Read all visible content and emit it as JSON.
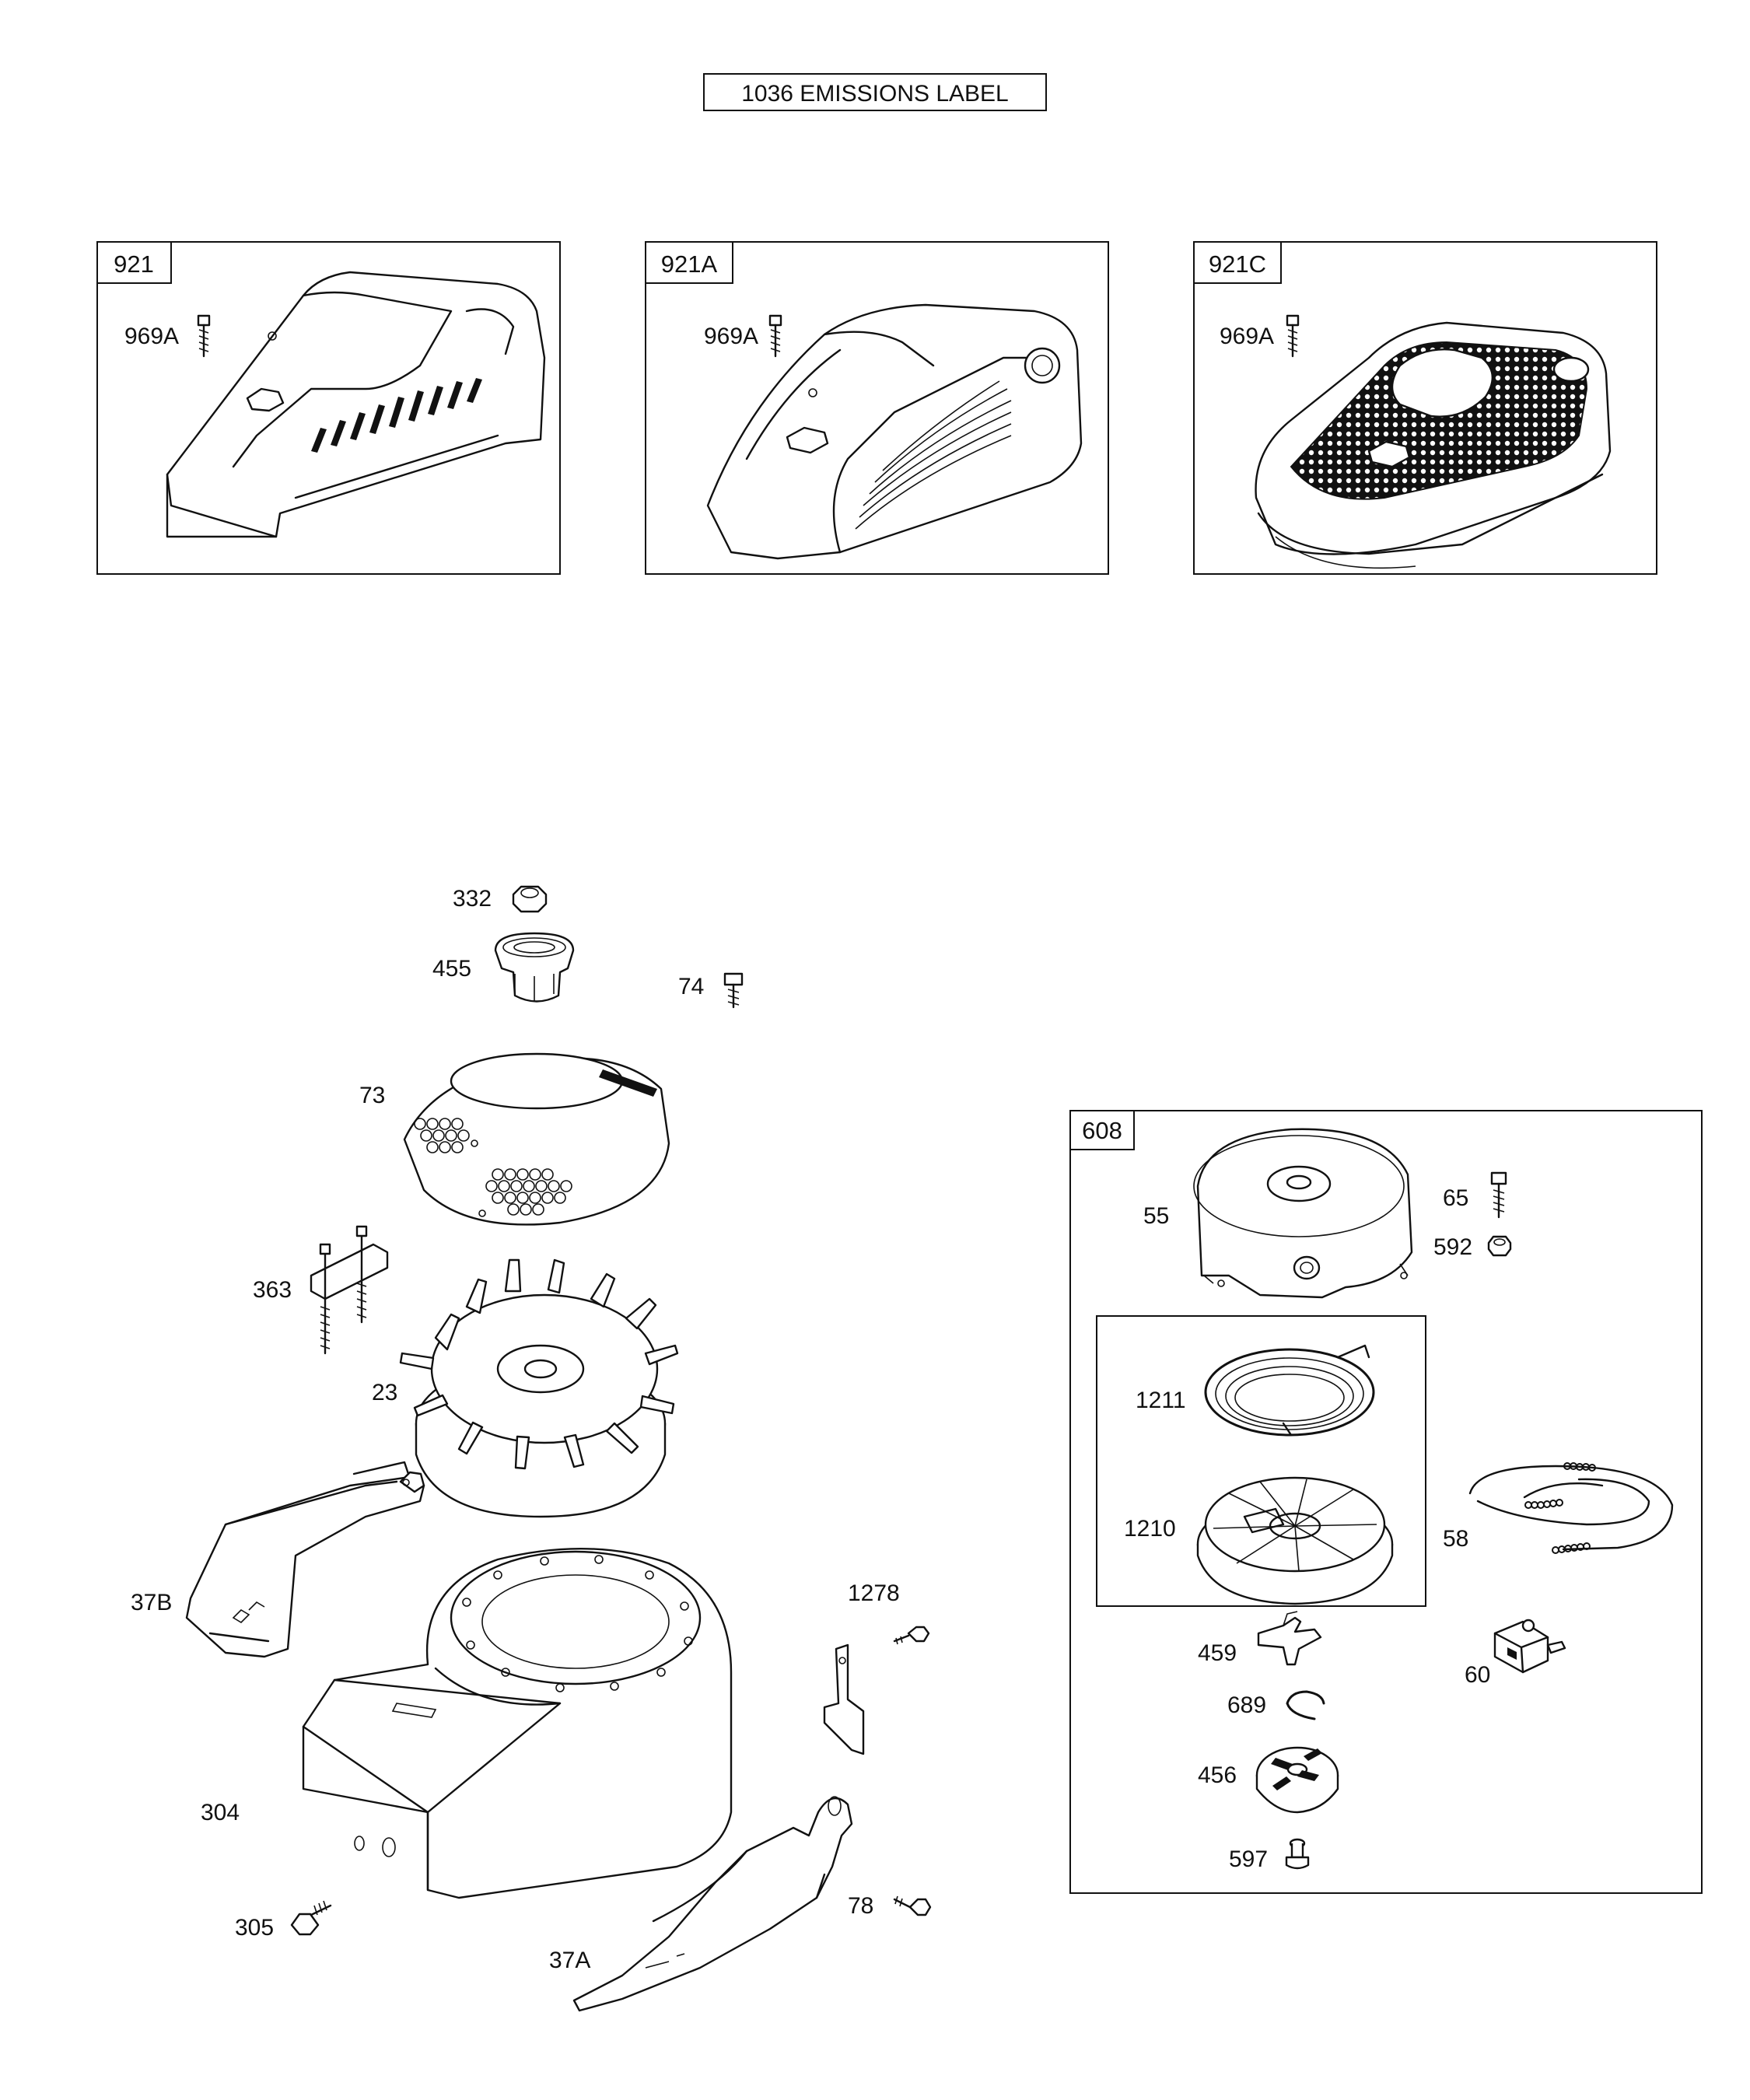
{
  "emissions_label": "1036 EMISSIONS LABEL",
  "panels": [
    {
      "id": "921",
      "part": "969A"
    },
    {
      "id": "921A",
      "part": "969A"
    },
    {
      "id": "921C",
      "part": "969A"
    }
  ],
  "parts": {
    "p332": "332",
    "p455": "455",
    "p74": "74",
    "p73": "73",
    "p363": "363",
    "p23": "23",
    "p37B": "37B",
    "p304": "304",
    "p305": "305",
    "p1278": "1278",
    "p78": "78",
    "p37A": "37A"
  },
  "rewind_box": {
    "title": "608",
    "parts": {
      "p55": "55",
      "p65": "65",
      "p592": "592",
      "p1211": "1211",
      "p1210": "1210",
      "p58": "58",
      "p459": "459",
      "p60": "60",
      "p689": "689",
      "p456": "456",
      "p597": "597"
    }
  }
}
